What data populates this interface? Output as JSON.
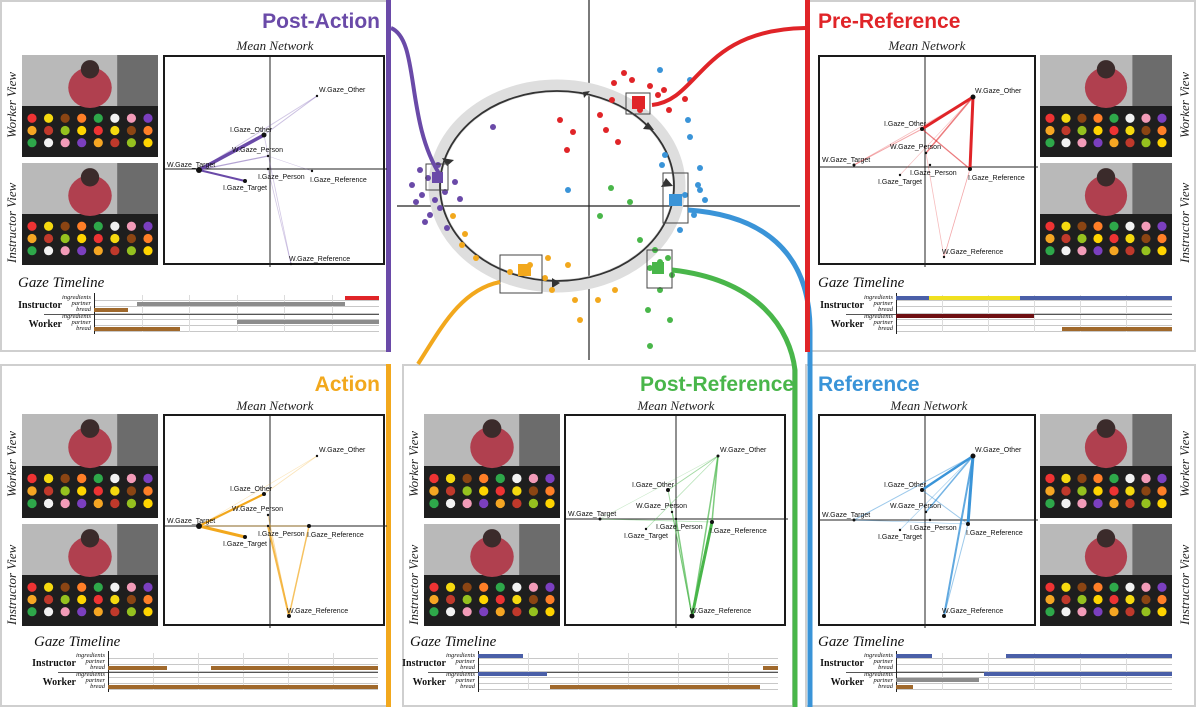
{
  "colors": {
    "post_action": "#6a4aa8",
    "pre_reference": "#e02428",
    "action": "#f2a81d",
    "post_reference": "#49b64a",
    "reference": "#3a94d8",
    "bread": "#a0692c",
    "partner": "#8c8c8c",
    "ingredients": "#4a5fa8",
    "dark_red": "#6e0f12",
    "yellow": "#f0e020"
  },
  "labels": {
    "mean_network": "Mean Network",
    "worker_view": "Worker View",
    "instructor_view": "Instructor View",
    "gaze_timeline": "Gaze Timeline",
    "instructor": "Instructor",
    "worker": "Worker",
    "sub_ingredients": "ingredients",
    "sub_partner": "partner",
    "sub_bread": "bread",
    "seg_bread": "Bread",
    "seg_bread2": "Bread"
  },
  "nodes": {
    "w_other": "W.Gaze_Other",
    "i_other": "I.Gaze_Other",
    "w_person": "W.Gaze_Person",
    "i_person": "I.Gaze_Person",
    "w_target": "W.Gaze_Target",
    "i_target": "I.Gaze_Target",
    "i_reference": "I.Gaze_Reference",
    "w_reference": "W.Gaze_Reference"
  },
  "panels": {
    "post_action": {
      "title": "Post-Action",
      "color_key": "post_action"
    },
    "pre_reference": {
      "title": "Pre-Reference",
      "color_key": "pre_reference"
    },
    "action": {
      "title": "Action",
      "color_key": "action"
    },
    "post_reference": {
      "title": "Post-Reference",
      "color_key": "post_reference"
    },
    "reference": {
      "title": "Reference",
      "color_key": "reference"
    }
  }
}
